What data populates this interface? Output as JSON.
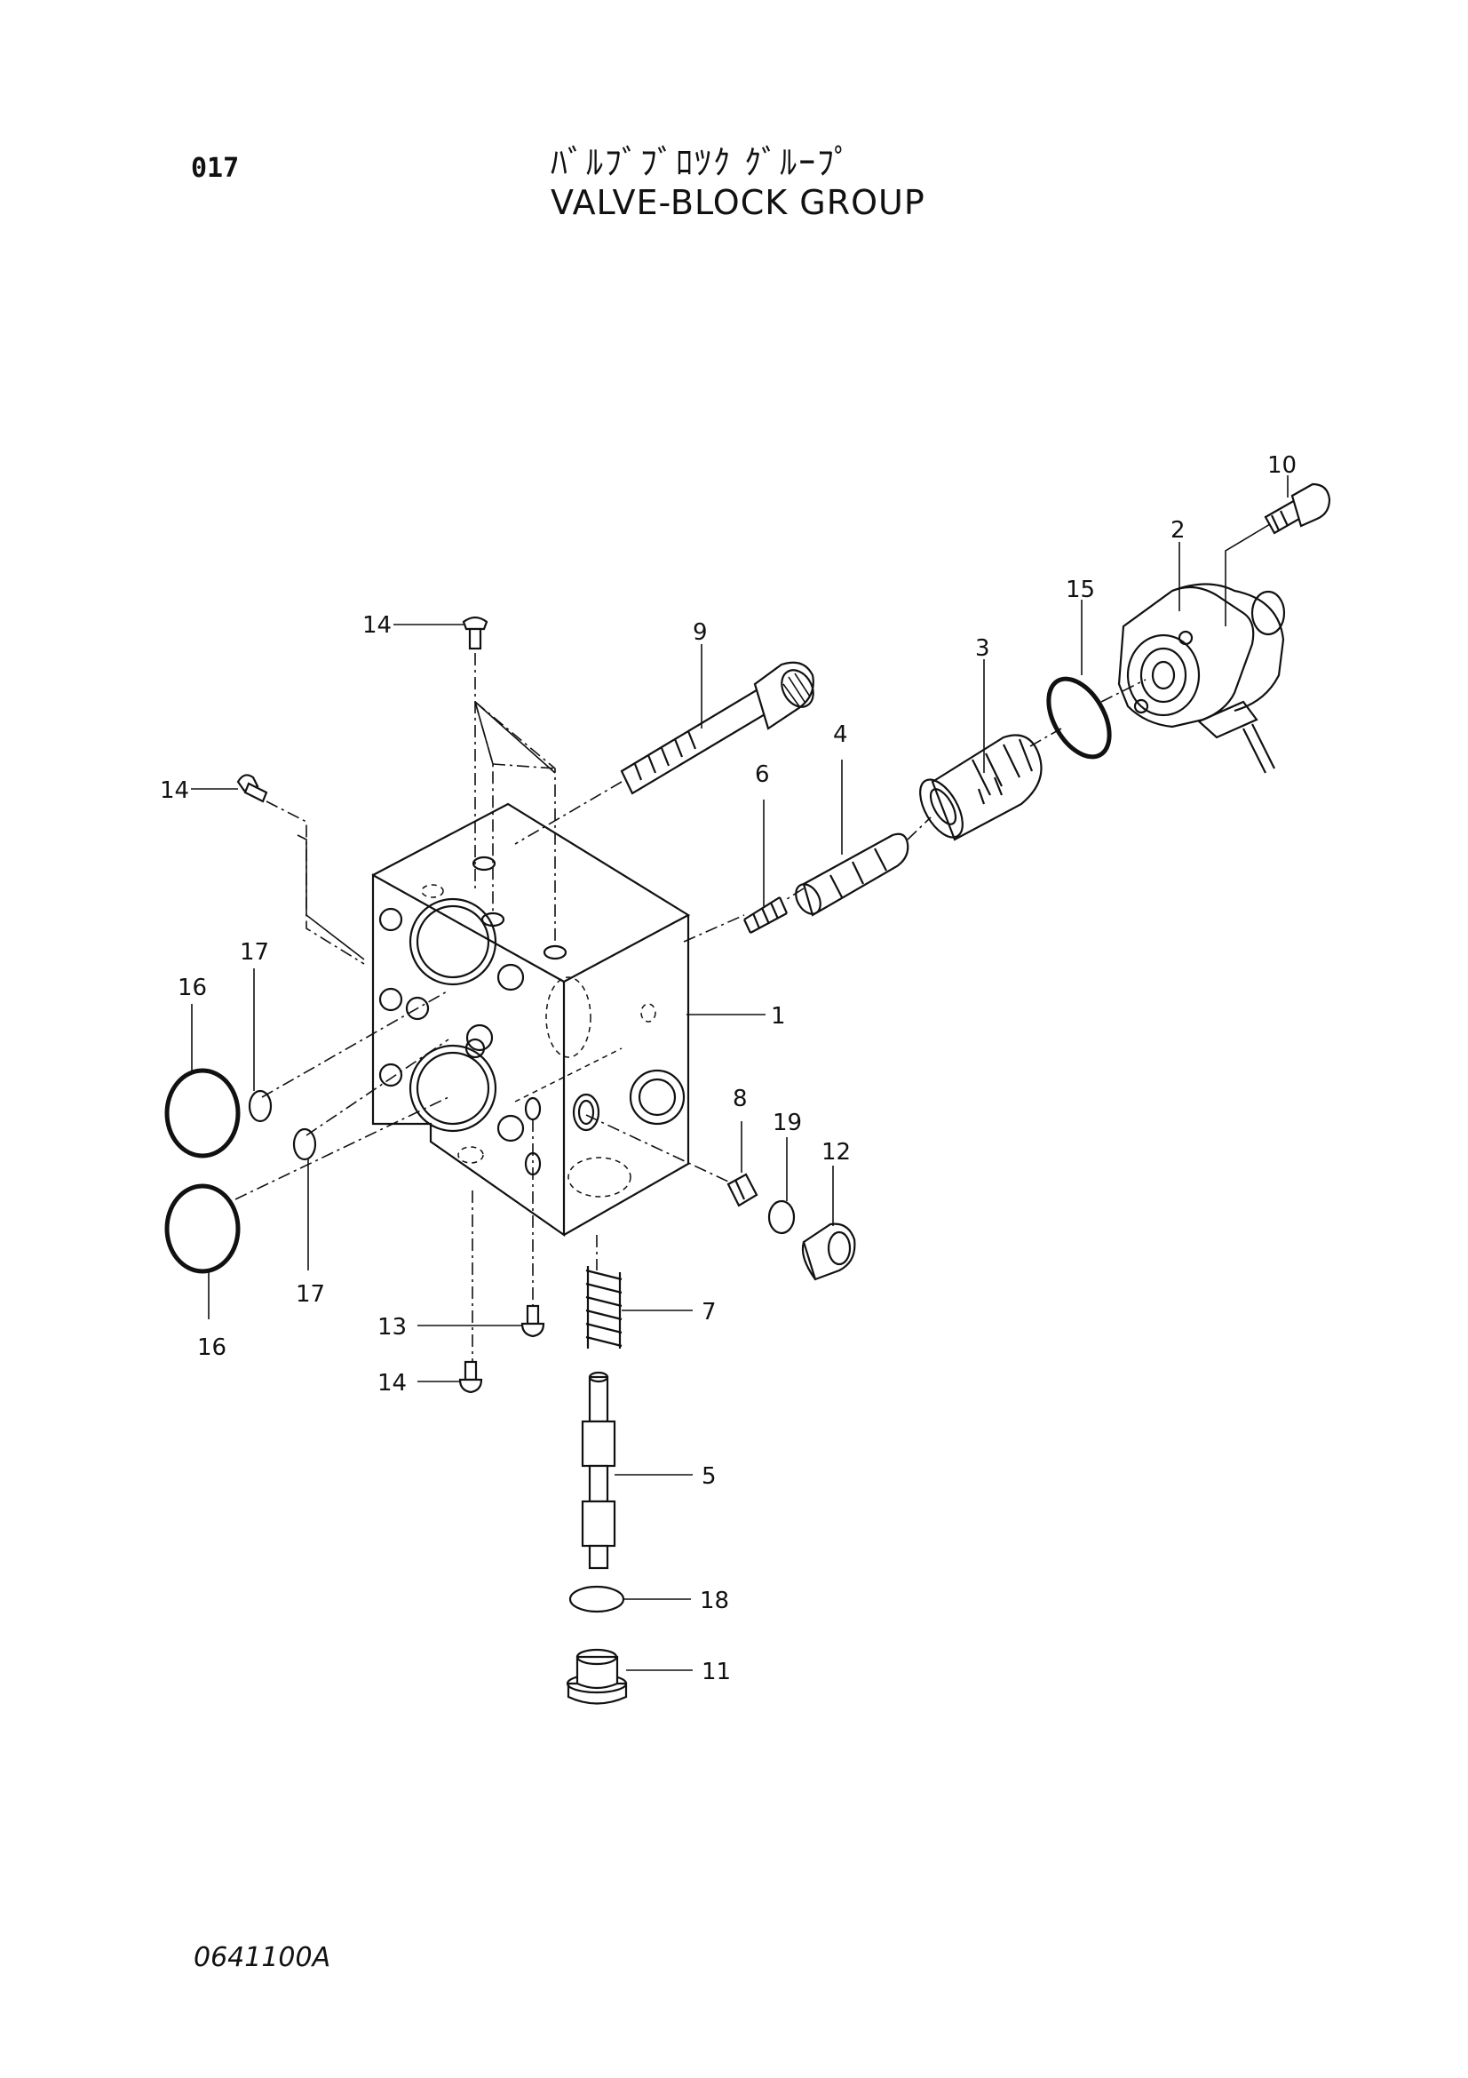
{
  "page_number": "017",
  "title_jp": "ﾊﾞﾙﾌﾞﾌﾞﾛﾂｸ ｸﾞﾙｰﾌﾟ",
  "title_en": "VALVE-BLOCK GROUP",
  "drawing_code": "0641100A",
  "callouts": {
    "c1": "1",
    "c2": "2",
    "c3": "3",
    "c4": "4",
    "c5": "5",
    "c6": "6",
    "c7": "7",
    "c8": "8",
    "c9": "9",
    "c10": "10",
    "c11": "11",
    "c12": "12",
    "c13": "13",
    "c14_top": "14",
    "c14_left": "14",
    "c14_bottom": "14",
    "c15": "15",
    "c16_upper": "16",
    "c16_lower": "16",
    "c17_upper": "17",
    "c17_lower": "17",
    "c18": "18",
    "c19": "19"
  }
}
